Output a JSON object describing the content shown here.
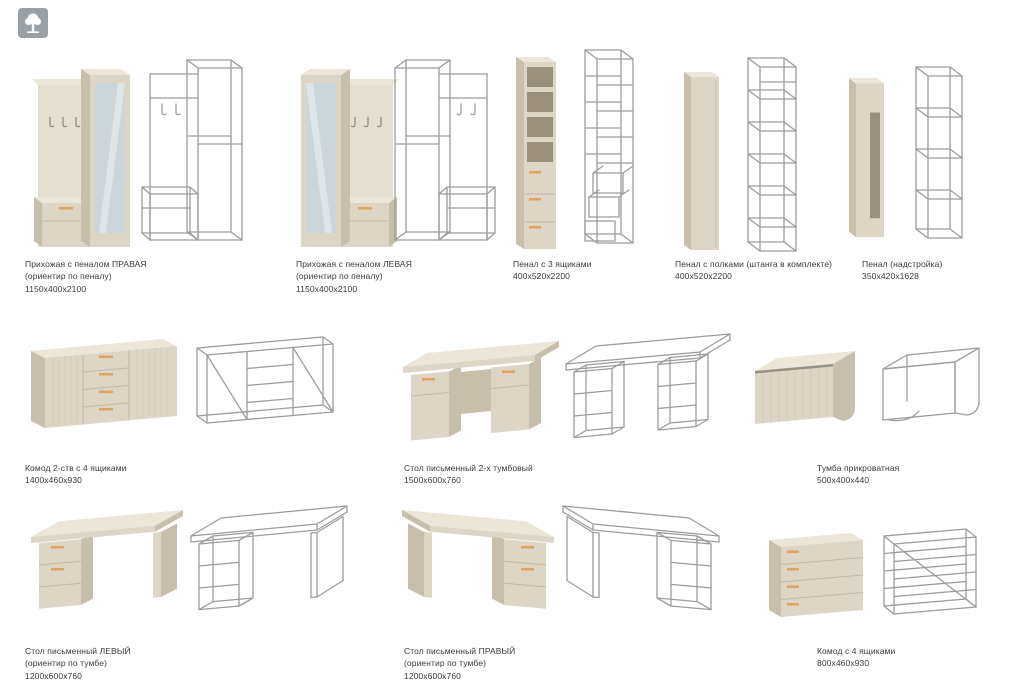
{
  "logo": {
    "icon": "tree-logo-icon"
  },
  "colors": {
    "background": "#ffffff",
    "furniture_front": "#ddd6c7",
    "furniture_side": "#c7beac",
    "furniture_top": "#ece6d9",
    "mirror": "#ccd5d9",
    "handle_accent": "#e1a45c",
    "wireframe": "#9c9c9c",
    "label_text": "#3a3a3a"
  },
  "products": [
    {
      "title": "Прихожая с пеналом ПРАВАЯ",
      "subtitle": "(ориентир по пеналу)",
      "dimensions": "1150x400x2100"
    },
    {
      "title": "Прихожая с пеналом ЛЕВАЯ",
      "subtitle": "(ориентир по пеналу)",
      "dimensions": "1150x400x2100"
    },
    {
      "title": "Пенал с 3 ящиками",
      "subtitle": "",
      "dimensions": "400x520x2200"
    },
    {
      "title": "Пенал с полками (штанга в комплекте)",
      "subtitle": "",
      "dimensions": "400x520x2200"
    },
    {
      "title": "Пенал (надстройка)",
      "subtitle": "",
      "dimensions": "350x420x1628"
    },
    {
      "title": "Комод 2-ств с 4 ящиками",
      "subtitle": "",
      "dimensions": "1400x460x930"
    },
    {
      "title": "Стол письменный 2-х тумбовый",
      "subtitle": "",
      "dimensions": "1500x600x760"
    },
    {
      "title": "Тумба прикроватная",
      "subtitle": "",
      "dimensions": "500x400x440"
    },
    {
      "title": "Стол письменный ЛЕВЫЙ",
      "subtitle": "(ориентир по тумбе)",
      "dimensions": "1200x600x760"
    },
    {
      "title": "Стол письменный ПРАВЫЙ",
      "subtitle": "(ориентир по тумбе)",
      "dimensions": "1200x600x760"
    },
    {
      "title": "Комод с 4 ящиками",
      "subtitle": "",
      "dimensions": "800x460x930"
    }
  ]
}
